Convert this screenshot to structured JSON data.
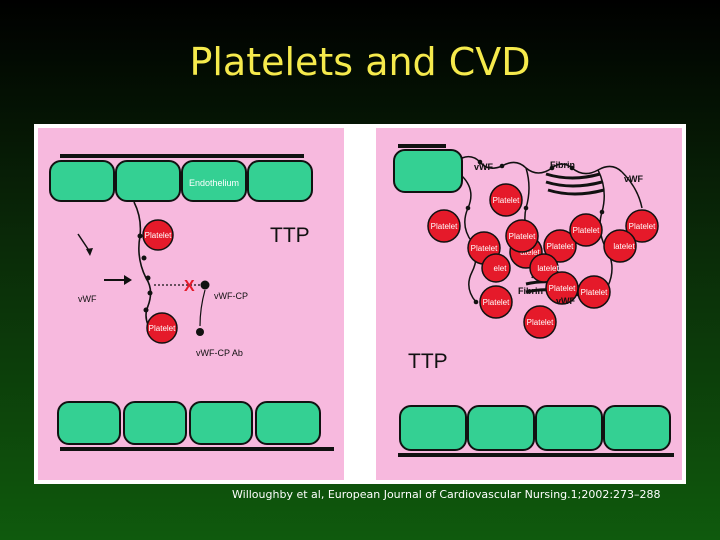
{
  "slide": {
    "title": "Platelets and CVD",
    "citation": "Willoughby et al, European Journal of Cardiovascular Nursing.1;2002:273–288"
  },
  "left_panel": {
    "endothelium_label": "Endothelium",
    "condition_label": "TTP",
    "platelet_label": "Platelet",
    "vwf_label": "vWF",
    "vwf_cp_label": "vWF-CP",
    "vwf_cp_ab_label": "vWF-CP Ab",
    "block_mark": "X"
  },
  "right_panel": {
    "condition_label": "TTP",
    "platelet_label": "Platelet",
    "fibrin_label": "Fibrin",
    "vwf_label": "vWF",
    "partial_labels": [
      "latelet",
      "atelet",
      "elet",
      "latelet"
    ]
  },
  "colors": {
    "slide_bg_top": "#000000",
    "slide_bg_bottom": "#0f5a0d",
    "title": "#f5ea4c",
    "panel_bg": "#f7b9de",
    "cell": "#34d093",
    "platelet": "#e51a2a"
  }
}
